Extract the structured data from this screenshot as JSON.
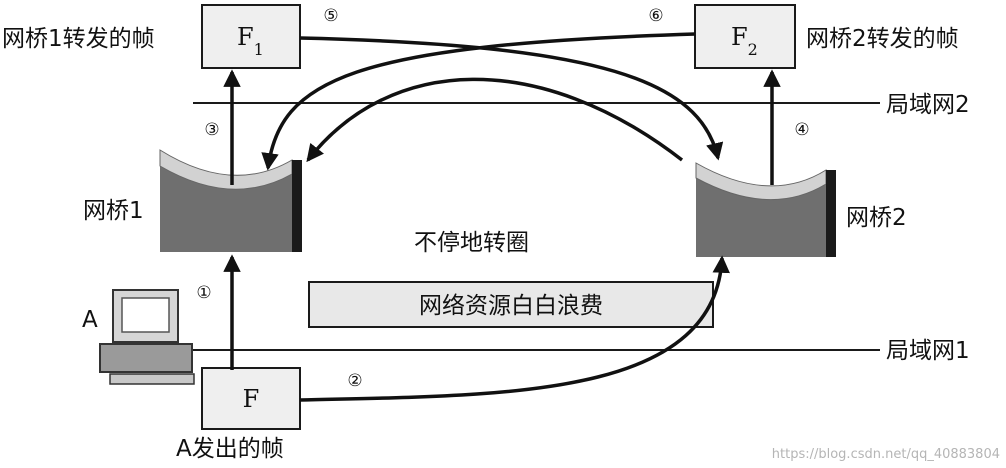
{
  "frames": {
    "f1": {
      "main": "F",
      "sub": "1"
    },
    "f2": {
      "main": "F",
      "sub": "2"
    },
    "f": {
      "main": "F"
    }
  },
  "labels": {
    "bridge1_forward": "网桥1转发的帧",
    "bridge2_forward": "网桥2转发的帧",
    "lan2": "局域网2",
    "lan1": "局域网1",
    "bridge1": "网桥1",
    "bridge2": "网桥2",
    "loop": "不停地转圈",
    "waste": "网络资源白白浪费",
    "host": "A",
    "host_frame": "A发出的帧"
  },
  "steps": [
    "①",
    "②",
    "③",
    "④",
    "⑤",
    "⑥"
  ],
  "watermark": "https://blog.csdn.net/qq_40883804",
  "colors": {
    "bridge_front": "#6f6f6f",
    "bridge_top": "#d2d2d2",
    "bridge_side": "#1a1a1a",
    "box_fill": "#efefef",
    "waste_fill": "#e8e8e8"
  }
}
